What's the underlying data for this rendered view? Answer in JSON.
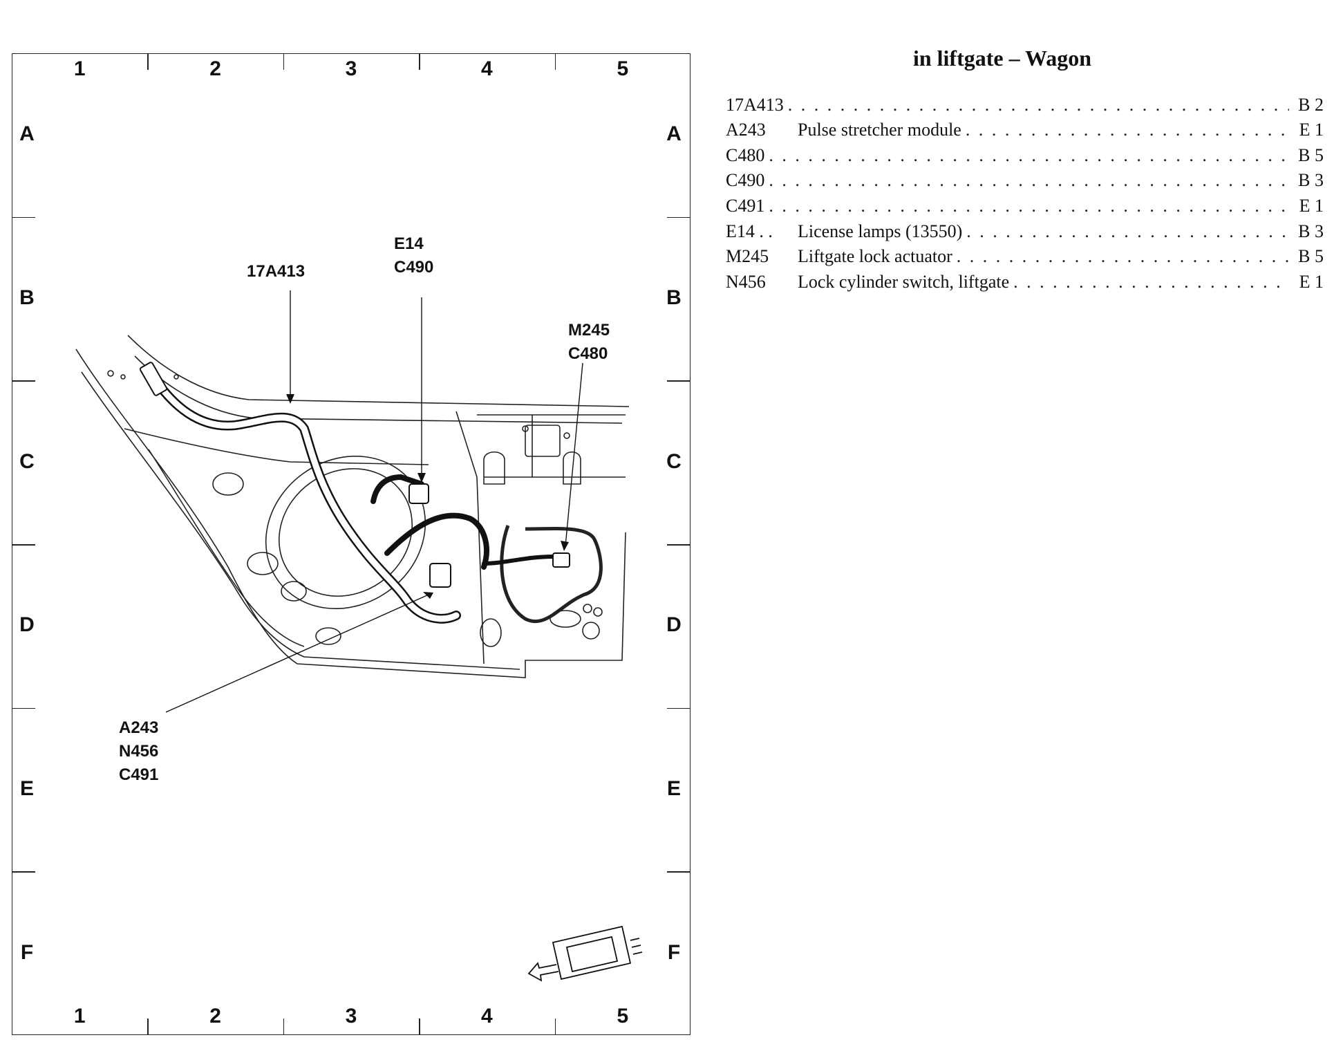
{
  "title": "in liftgate – Wagon",
  "grid": {
    "columns": [
      "1",
      "2",
      "3",
      "4",
      "5"
    ],
    "rows": [
      "A",
      "B",
      "C",
      "D",
      "E",
      "F"
    ]
  },
  "callouts": {
    "harness": "17A413",
    "license_lamps": [
      "E14",
      "C490"
    ],
    "lock_actuator": [
      "M245",
      "C480"
    ],
    "lower_group": [
      "A243",
      "N456",
      "C491"
    ]
  },
  "legend": [
    {
      "code": "17A413",
      "description": "",
      "location": "B 2"
    },
    {
      "code": "A243",
      "description": "Pulse stretcher module",
      "location": "E 1"
    },
    {
      "code": "C480",
      "description": "",
      "location": "B 5"
    },
    {
      "code": "C490",
      "description": "",
      "location": "B 3"
    },
    {
      "code": "C491",
      "description": "",
      "location": "E 1"
    },
    {
      "code": "E14 . .",
      "description": "License lamps (13550)",
      "location": "B 3"
    },
    {
      "code": "M245",
      "description": "Liftgate lock actuator",
      "location": "B 5"
    },
    {
      "code": "N456",
      "description": "Lock cylinder switch, liftgate",
      "location": "E 1"
    }
  ]
}
